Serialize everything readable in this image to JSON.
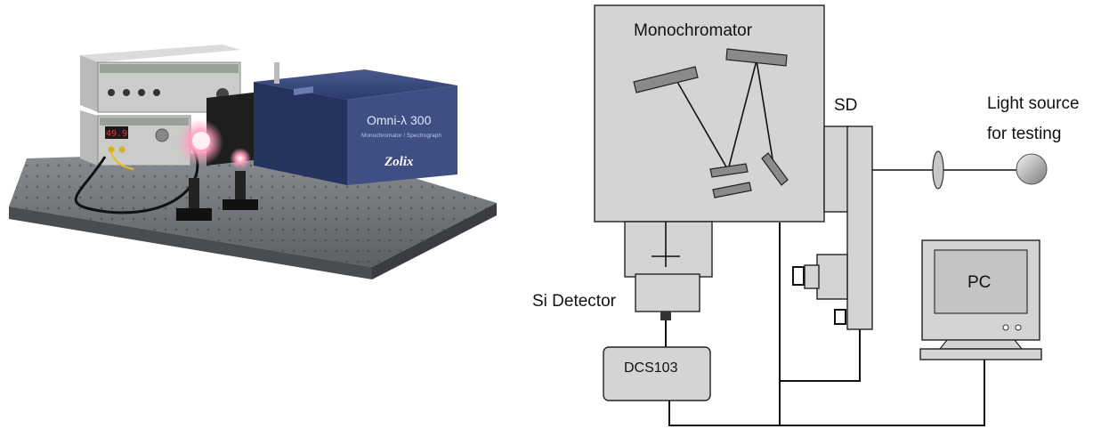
{
  "diagram": {
    "labels": {
      "monochromator": "Monochromator",
      "sd": "SD",
      "light_source_line1": "Light source",
      "light_source_line2": "for testing",
      "si_detector": "Si Detector",
      "dcs": "DCS103",
      "pc": "PC"
    }
  },
  "photo": {
    "brand": "Zolix",
    "model": "Omni-λ 300",
    "subtitle": "Monochromator / Spectrograph",
    "display_value": "49.9"
  },
  "colors": {
    "box_fill": "#d4d4d4",
    "outline": "#222222",
    "instrument_blue": "#2b3a6e",
    "optical_table": "#6e7276"
  }
}
